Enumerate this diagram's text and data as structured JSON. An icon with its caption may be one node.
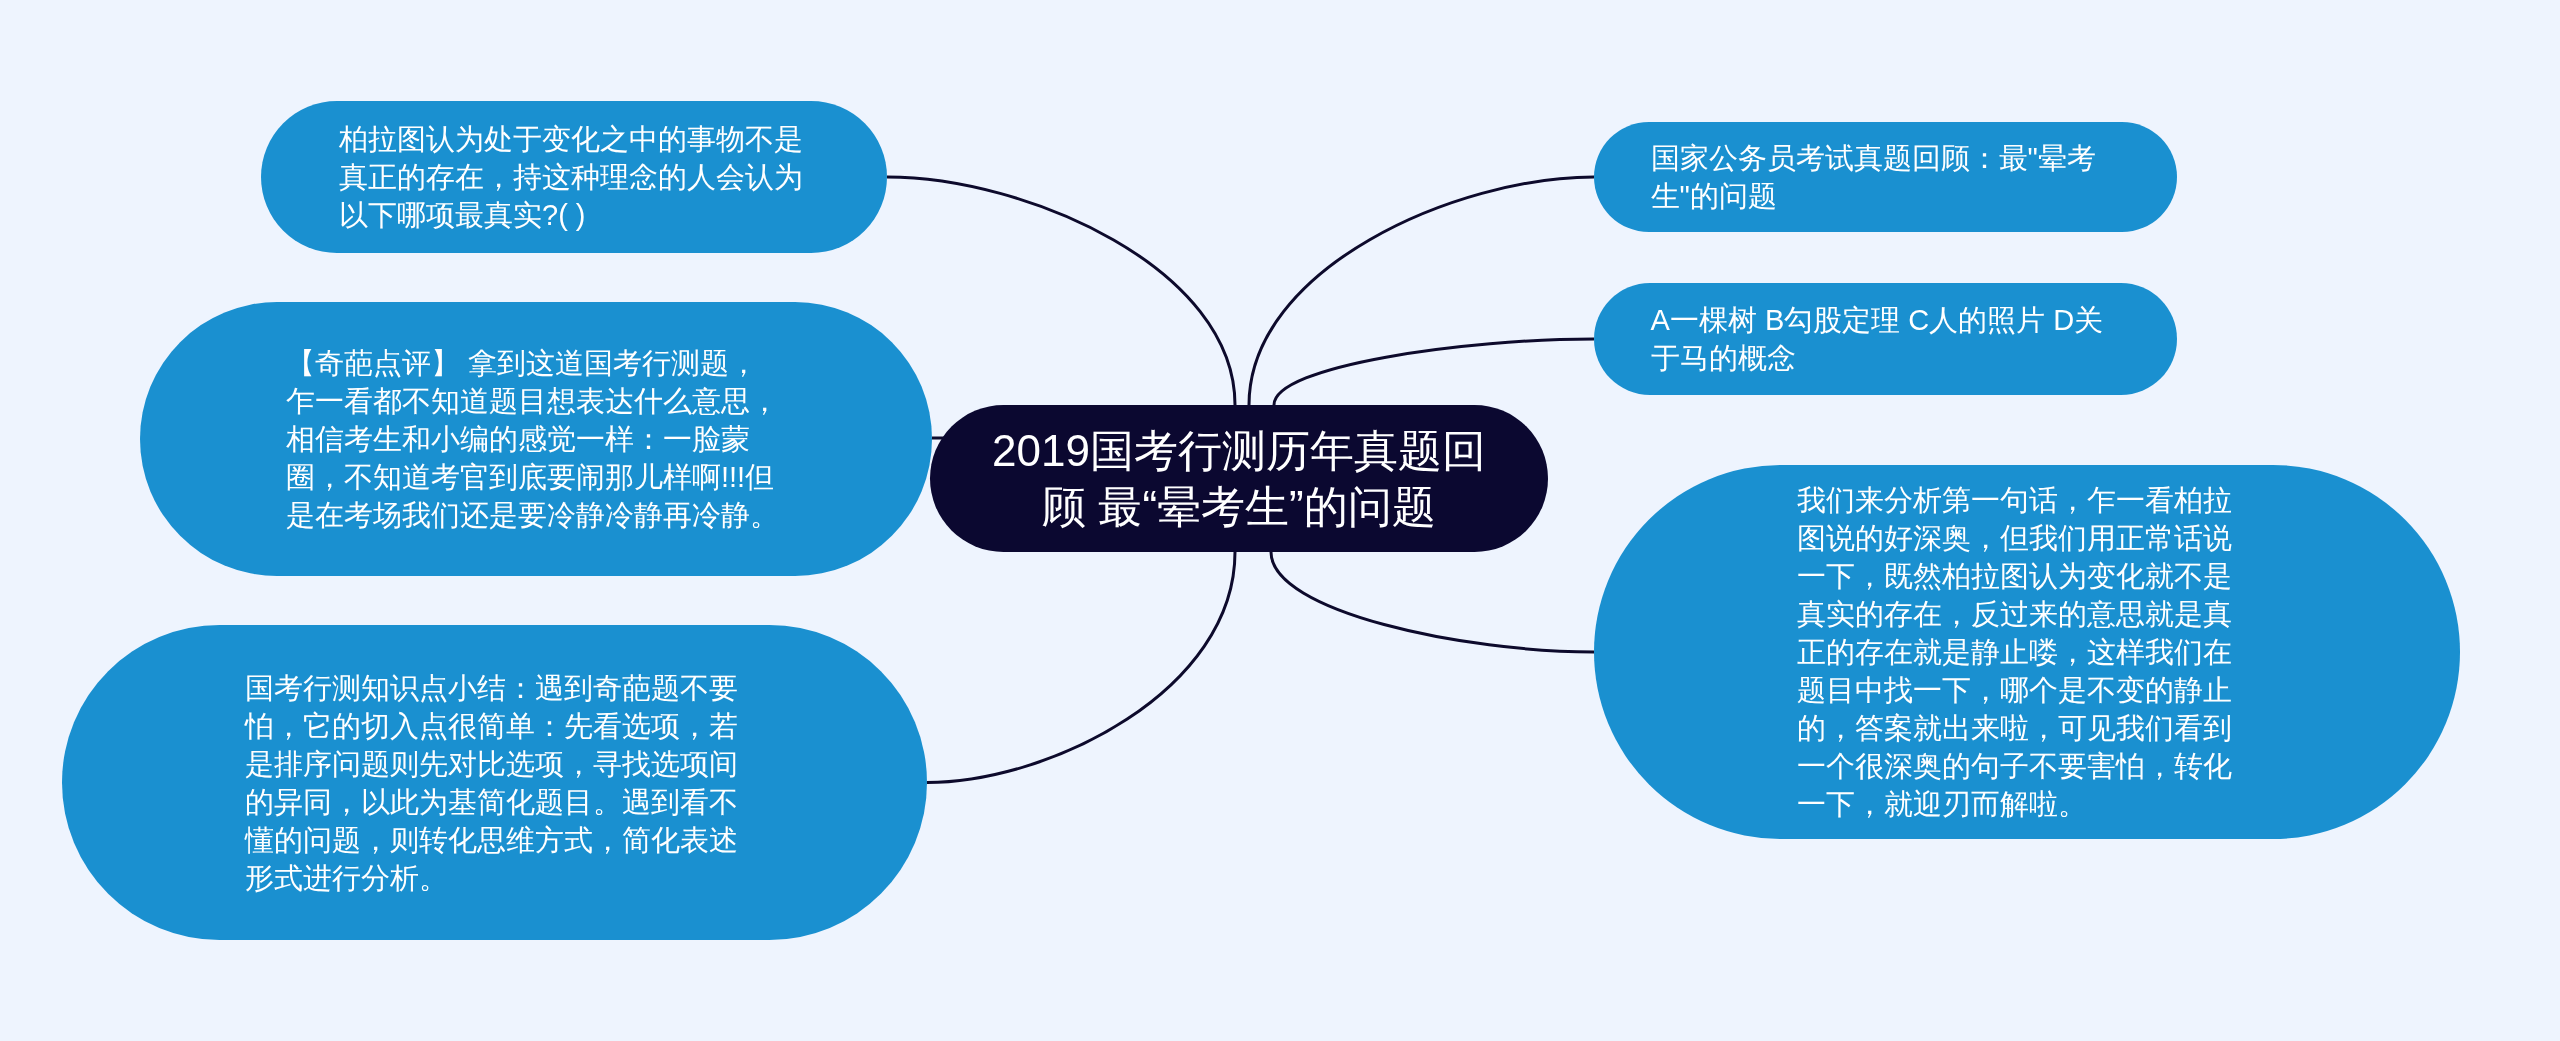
{
  "diagram": {
    "nodes": [
      {
        "text": [
          "2019国考行测历年真题回顾 最“晕考生”的问题"
        ]
      },
      {
        "text": [
          "柏拉图认为处于变化之中的事物不是真正的存在，持这种理念的人会认为以下哪项最真实?( )"
        ]
      },
      {
        "text": [
          "【奇葩点评】 拿到这道国考行测题，乍一看都不知道题目想表达什么意思，相信考生和小编的感觉一样：一脸蒙圈，不知道考官到底要闹那儿样啊!!!但是在考场我们还是要冷静冷静再冷静。"
        ]
      },
      {
        "text": [
          "国考行测知识点小结：遇到奇葩题不要怕，它的切入点很简单：先看选项，若是排序问题则先对比选项，寻找选项间的异同，以此为基简化题目。遇到看不懂的问题，则转化思维方式，简化表述形式进行分析。"
        ]
      },
      {
        "text": [
          "国家公务员考试真题回顾：最\"晕考生\"的问题"
        ]
      },
      {
        "text": [
          "A一棵树 B勾股定理 C人的照片 D关于马的概念"
        ]
      },
      {
        "text": [
          "我们来分析第一句话，乍一看柏拉图说的好深奥，但我们用正常话说一下，既然柏拉图认为变化就不是真实的存在，反过来的意思就是真正的存在就是静止喽，这样我们在题目中找一下，哪个是不变的静止的，答案就出来啦，可见我们看到一个很深奥的句子不要害怕，转化一下，就迎刃而解啦。"
        ]
      }
    ],
    "edges": [
      {
        "from": 0,
        "to": 1,
        "arrow": "none"
      },
      {
        "from": 0,
        "to": 2,
        "arrow": "none"
      },
      {
        "from": 0,
        "to": 3,
        "arrow": "none"
      },
      {
        "from": 0,
        "to": 4,
        "arrow": "none"
      },
      {
        "from": 0,
        "to": 5,
        "arrow": "none"
      },
      {
        "from": 0,
        "to": 6,
        "arrow": "none"
      }
    ]
  }
}
